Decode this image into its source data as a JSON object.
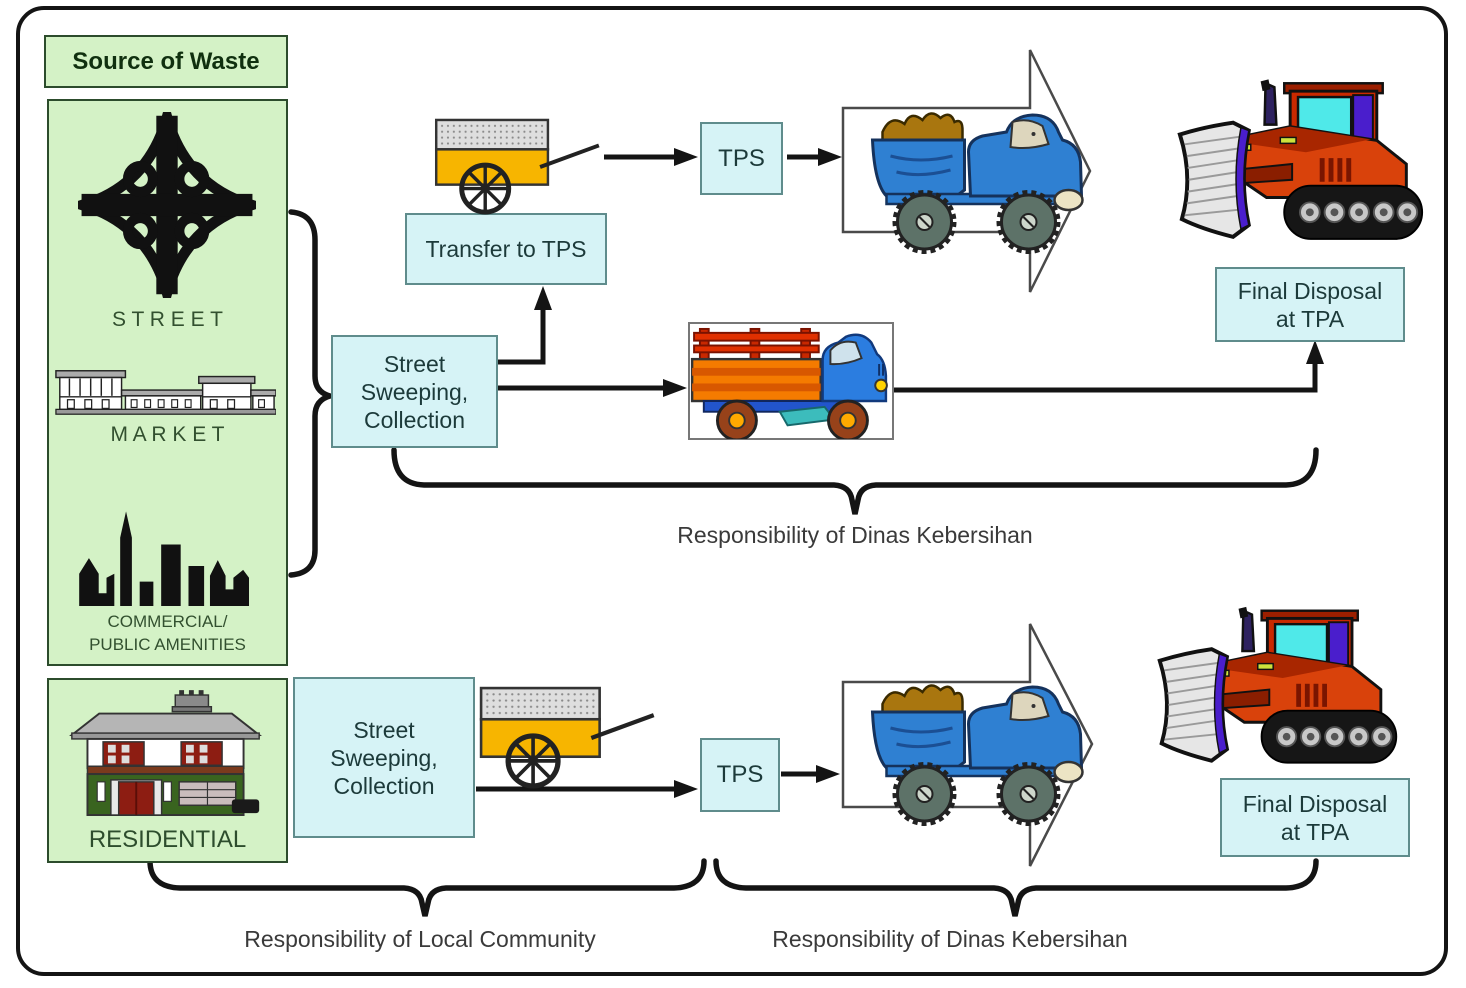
{
  "source_panel": {
    "header": "Source of Waste",
    "street": "S T R E E T",
    "market": "M A R K E T",
    "commercial_line1": "COMMERCIAL/",
    "commercial_line2": "PUBLIC AMENITIES",
    "residential": "RESIDENTIAL"
  },
  "top_flow": {
    "sweeping_line1": "Street",
    "sweeping_line2": "Sweeping,",
    "sweeping_line3": "Collection",
    "transfer": "Transfer to TPS",
    "tps": "TPS",
    "final_line1": "Final Disposal",
    "final_line2": "at TPA",
    "responsibility": "Responsibility of Dinas Kebersihan"
  },
  "bottom_flow": {
    "sweeping_line1": "Street",
    "sweeping_line2": "Sweeping,",
    "sweeping_line3": "Collection",
    "tps": "TPS",
    "final_line1": "Final Disposal",
    "final_line2": "at TPA",
    "responsibility_left": "Responsibility of Local Community",
    "responsibility_right": "Responsibility of Dinas Kebersihan"
  },
  "icons": {
    "interchange": "highway-interchange-icon",
    "market": "market-building-icon",
    "skyline": "city-skyline-icon",
    "house": "house-icon",
    "cart": "handcart-icon",
    "dump_truck": "dump-truck-icon",
    "stake_truck": "stake-truck-icon",
    "bulldozer": "bulldozer-icon"
  },
  "colors": {
    "panel_green": "#d4f2c6",
    "box_cyan": "#d6f3f6",
    "line_black": "#141414",
    "truck_blue": "#2f80d2",
    "truck_orange": "#f57b00",
    "bulldozer_red": "#d9420b",
    "cart_yellow": "#f7b500"
  }
}
